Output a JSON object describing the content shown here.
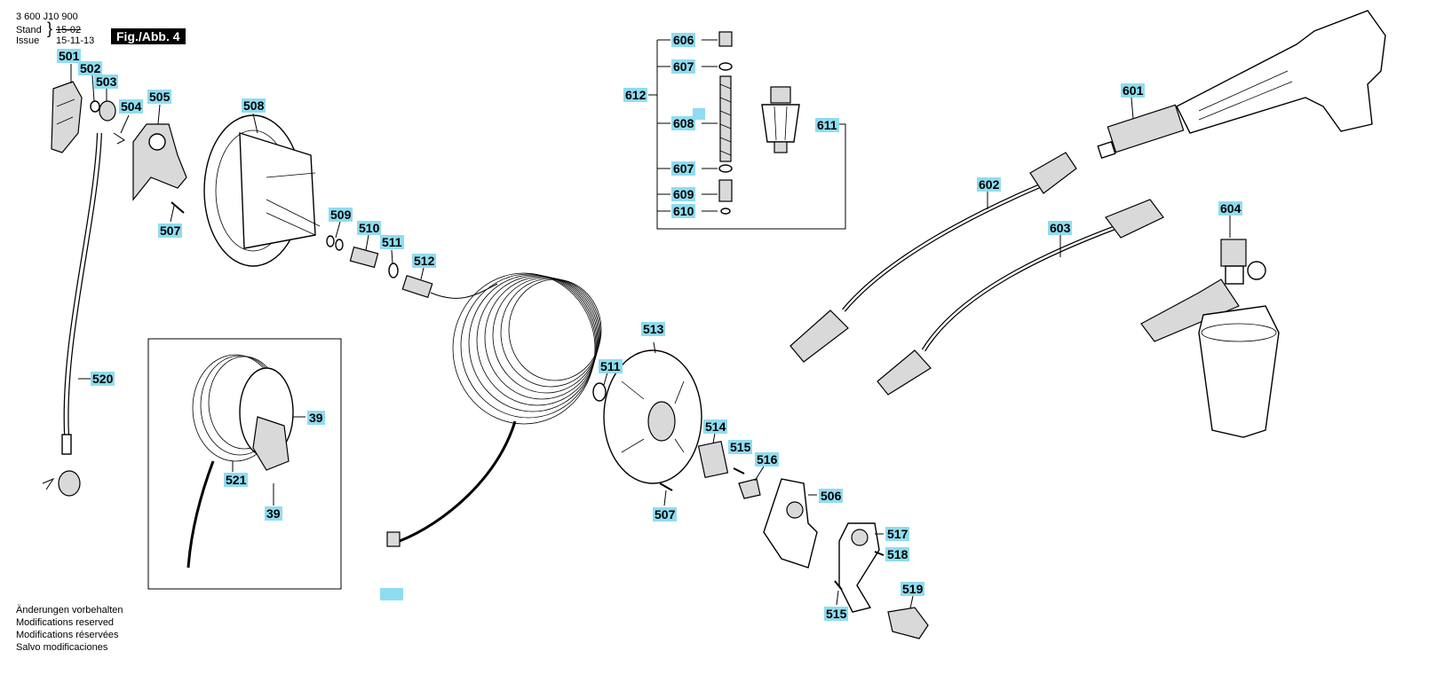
{
  "header": {
    "doc_number": "3 600 J10 900",
    "stand_label": "Stand",
    "stand_value": "15-02",
    "issue_label": "Issue",
    "issue_value": "15-11-13",
    "figure": "Fig./Abb. 4"
  },
  "footer": [
    "Änderungen vorbehalten",
    "Modifications reserved",
    "Modifications réservées",
    "Salvo modificaciones"
  ],
  "callouts": {
    "c501": "501",
    "c502": "502",
    "c503": "503",
    "c504": "504",
    "c505": "505",
    "c506": "506",
    "c507a": "507",
    "c507b": "507",
    "c508": "508",
    "c509": "509",
    "c510": "510",
    "c511a": "511",
    "c511b": "511",
    "c512": "512",
    "c513": "513",
    "c514": "514",
    "c515a": "515",
    "c515b": "515",
    "c516": "516",
    "c517": "517",
    "c518": "518",
    "c519": "519",
    "c520": "520",
    "c521": "521",
    "c39a": "39",
    "c39b": "39",
    "c601": "601",
    "c602": "602",
    "c603": "603",
    "c604": "604",
    "c606": "606",
    "c607a": "607",
    "c607b": "607",
    "c608": "608",
    "c609": "609",
    "c610": "610",
    "c611": "611",
    "c612": "612"
  }
}
